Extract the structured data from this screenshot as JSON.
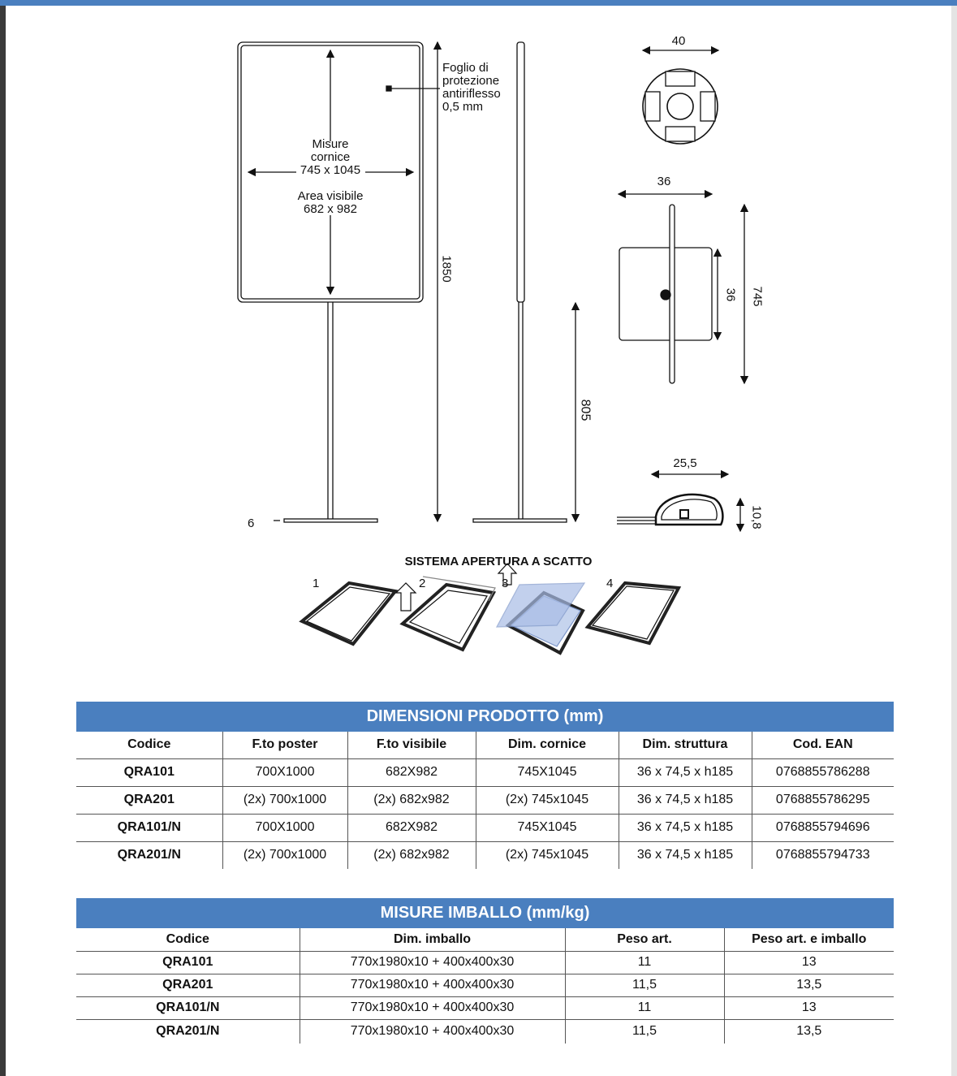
{
  "drawing": {
    "labels": {
      "foglio": [
        "Foglio di",
        "protezione",
        "antiriflesso",
        "0,5 mm"
      ],
      "misure": [
        "Misure",
        "cornice"
      ],
      "misure_value": "745 x 1045",
      "area": "Area visibile",
      "area_value": "682 x 982",
      "h_total": "1850",
      "h_pole": "805",
      "base_thickness": "6",
      "profile_w": "40",
      "base_w": "36",
      "base_d": "36",
      "base_l": "745",
      "frame_w": "25,5",
      "frame_h": "10,8"
    },
    "opening_title": "SISTEMA APERTURA A SCATTO",
    "steps": [
      "1",
      "2",
      "3",
      "4"
    ]
  },
  "product_table": {
    "title": "DIMENSIONI PRODOTTO (mm)",
    "headers": [
      "Codice",
      "F.to poster",
      "F.to visibile",
      "Dim. cornice",
      "Dim. struttura",
      "Cod. EAN"
    ],
    "rows": [
      [
        "QRA101",
        "700X1000",
        "682X982",
        "745X1045",
        "36 x 74,5 x h185",
        "0768855786288"
      ],
      [
        "QRA201",
        "(2x) 700x1000",
        "(2x) 682x982",
        "(2x) 745x1045",
        "36 x 74,5 x h185",
        "0768855786295"
      ],
      [
        "QRA101/N",
        "700X1000",
        "682X982",
        "745X1045",
        "36 x 74,5 x h185",
        "0768855794696"
      ],
      [
        "QRA201/N",
        "(2x) 700x1000",
        "(2x) 682x982",
        "(2x) 745x1045",
        "36 x 74,5 x h185",
        "0768855794733"
      ]
    ]
  },
  "packaging_table": {
    "title": "MISURE IMBALLO (mm/kg)",
    "headers": [
      "Codice",
      "Dim. imballo",
      "Peso art.",
      "Peso art. e imballo"
    ],
    "rows": [
      [
        "QRA101",
        "770x1980x10 + 400x400x30",
        "11",
        "13"
      ],
      [
        "QRA201",
        "770x1980x10 + 400x400x30",
        "11,5",
        "13,5"
      ],
      [
        "QRA101/N",
        "770x1980x10 + 400x400x30",
        "11",
        "13"
      ],
      [
        "QRA201/N",
        "770x1980x10 + 400x400x30",
        "11,5",
        "13,5"
      ]
    ]
  }
}
